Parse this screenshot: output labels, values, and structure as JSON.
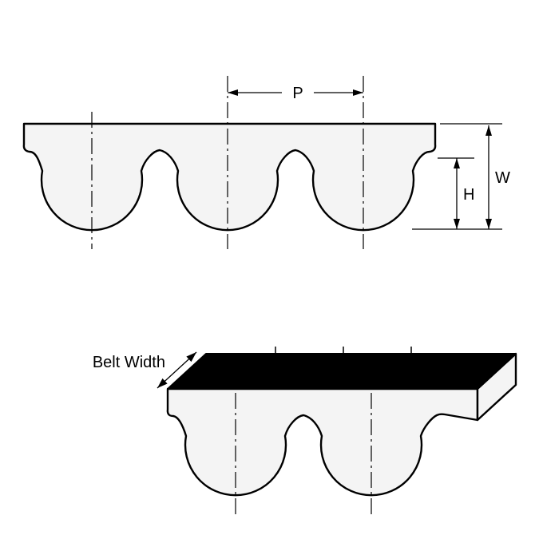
{
  "diagram": {
    "labels": {
      "pitch": "P",
      "belt_total_height": "W",
      "tooth_height": "H",
      "belt_width": "Belt Width"
    },
    "colors": {
      "line": "#000000",
      "belt_fill": "#f4f4f4",
      "top_surface": "#000000",
      "background": "#ffffff"
    }
  }
}
